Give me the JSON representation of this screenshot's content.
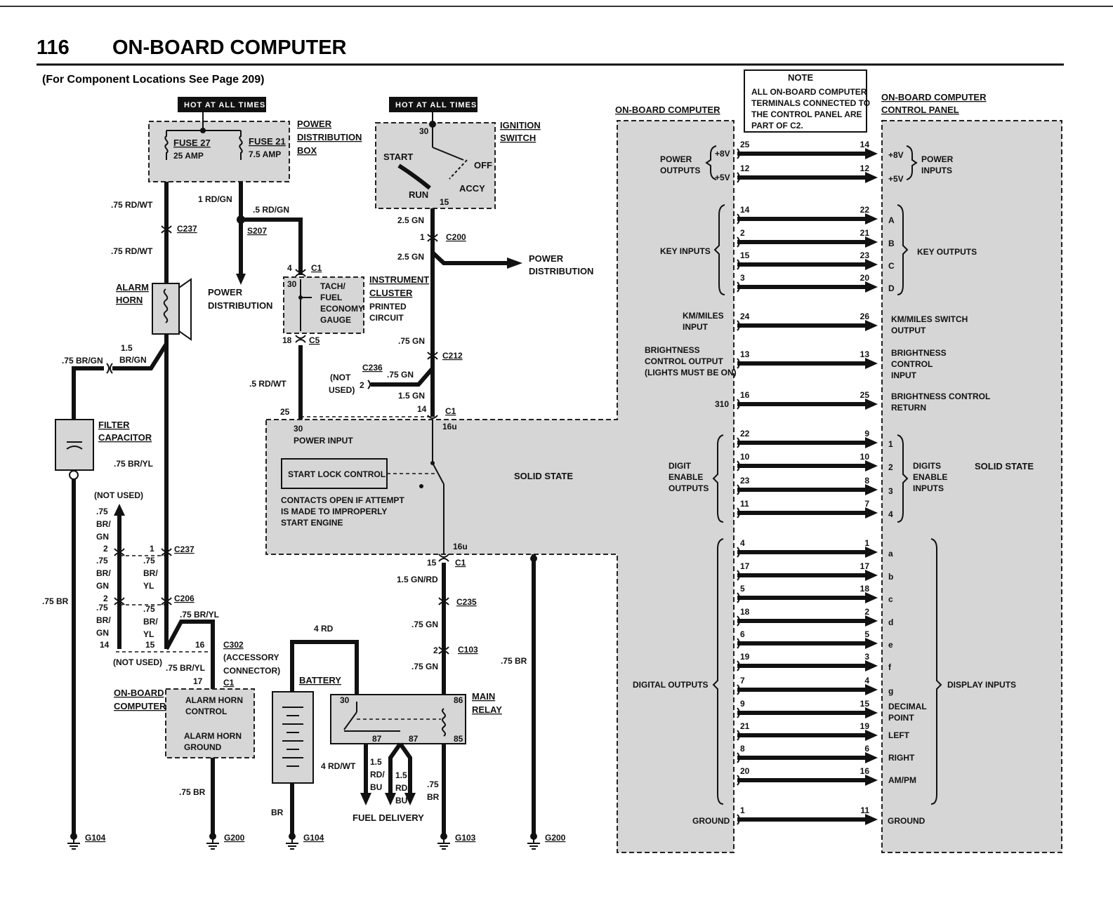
{
  "page": {
    "number": "116",
    "title": "ON-BOARD COMPUTER",
    "note": "(For Component Locations See Page 209)"
  },
  "hot_labels": [
    "HOT AT ALL TIMES",
    "HOT AT ALL TIMES"
  ],
  "power_box": {
    "label": [
      "POWER",
      "DISTRIBUTION",
      "BOX"
    ],
    "fuse27": [
      "FUSE 27",
      "25 AMP"
    ],
    "fuse21": [
      "FUSE 21",
      "7.5 AMP"
    ]
  },
  "ignition": {
    "label": [
      "IGNITION",
      "SWITCH"
    ],
    "pos": [
      "30",
      "START",
      "OFF",
      "ACCY",
      "RUN",
      "15"
    ]
  },
  "left_wires": {
    "w1": ".75 RD/WT",
    "c237": "C237",
    "w2": ".75 RD/WT",
    "alarm": [
      "ALARM",
      "HORN"
    ],
    "w3": [
      "1.5",
      "BR/GN"
    ],
    "w4": ".75 BR/GN",
    "cap": [
      "FILTER",
      "CAPACITOR"
    ],
    "w5": ".75 BR/YL",
    "w6": ".75 BR"
  },
  "mid_wires": {
    "w1": "1 RD/GN",
    "w2": ".5 RD/GN",
    "s207": "S207",
    "pd": [
      "POWER",
      "DISTRIBUTION"
    ],
    "p4": "4",
    "c1": "C1",
    "p18": "18",
    "c5": "C5",
    "w3": ".5 RD/WT",
    "p25": "25"
  },
  "cluster": {
    "label": [
      "INSTRUMENT",
      "CLUSTER",
      "PRINTED",
      "CIRCUIT"
    ],
    "pin30": "30",
    "gauge": [
      "TACH/",
      "FUEL",
      "ECONOMY",
      "GAUGE"
    ]
  },
  "ign_wires": {
    "w1": "2.5 GN",
    "p1": "1",
    "c200": "C200",
    "w2": "2.5 GN",
    "pd": [
      "POWER",
      "DISTRIBUTION"
    ],
    "w3": ".75 GN",
    "c212": "C212",
    "nu": [
      "(NOT",
      "USED)"
    ],
    "c236": "C236",
    "p2": "2",
    "w4": ".75 GN",
    "w5": "1.5 GN",
    "p14": "14",
    "c1": "C1",
    "p16u": "16u"
  },
  "solid": {
    "pin30": "30",
    "power_input": "POWER INPUT",
    "slc": "START LOCK CONTROL",
    "contacts": [
      "CONTACTS OPEN IF ATTEMPT",
      "IS MADE TO IMPROPERLY",
      "START ENGINE"
    ],
    "ss": "SOLID STATE",
    "p16u": "16u"
  },
  "lower_mid": {
    "p15": "15",
    "c1": "C1",
    "w1": "1.5 GN/RD",
    "c235": "C235",
    "w2": ".75 GN",
    "p2": "2",
    "c103": "C103",
    "w3": ".75 GN",
    "relay": [
      "MAIN",
      "RELAY"
    ],
    "r30": "30",
    "r86": "86",
    "r87a": "87",
    "r87b": "87",
    "r85": "85",
    "w4": "4 RD",
    "battery": "BATTERY",
    "w5": "4 RD/WT",
    "w6": [
      "1.5",
      "RD/",
      "BU"
    ],
    "w7": [
      "1.5",
      "RD/",
      "BU"
    ],
    "w8": [
      ".75",
      "BR"
    ],
    "fuel": "FUEL DELIVERY",
    "w9": ".75 BR",
    "br": "BR"
  },
  "acc": {
    "nu1": "(NOT USED)",
    "w1": [
      ".75",
      "BR/",
      "GN"
    ],
    "p2a": "2",
    "p1": "1",
    "c237": "C237",
    "w2": [
      ".75",
      "BR/",
      "GN"
    ],
    "w3": [
      ".75",
      "BR/",
      "YL"
    ],
    "p2b": "2",
    "c206": "C206",
    "w4": [
      ".75",
      "BR/",
      "GN"
    ],
    "w5": [
      ".75",
      "BR/",
      "YL"
    ],
    "w6": ".75 BR/YL",
    "p14": "14",
    "p15": "15",
    "p16": "16",
    "c302": "C302",
    "acc": [
      "(ACCESSORY",
      "CONNECTOR)"
    ],
    "nu2": "(NOT USED)",
    "w7": ".75 BR/YL",
    "p17": "17",
    "c1": "C1",
    "obc": [
      "ON-BOARD",
      "COMPUTER"
    ],
    "ahc": [
      "ALARM HORN",
      "CONTROL"
    ],
    "ahg": [
      "ALARM HORN",
      "GROUND"
    ],
    "w8": ".75 BR"
  },
  "grounds": [
    "G104",
    "G200",
    "G104",
    "G103",
    "G200"
  ],
  "note": {
    "title": "NOTE",
    "lines": [
      "ALL ON-BOARD COMPUTER",
      "TERMINALS CONNECTED TO",
      "THE CONTROL PANEL ARE",
      "PART OF C2."
    ]
  },
  "obc_title": "ON-BOARD COMPUTER",
  "cp_title": [
    "ON-BOARD COMPUTER",
    "CONTROL PANEL"
  ],
  "cp_solid": "SOLID STATE",
  "groups_left": [
    {
      "lines": [
        "POWER",
        "OUTPUTS"
      ]
    },
    {
      "lines": [
        "KEY INPUTS"
      ]
    },
    {
      "lines": [
        "KM/MILES",
        "INPUT"
      ]
    },
    {
      "lines": [
        "BRIGHTNESS",
        "CONTROL OUTPUT",
        "(LIGHTS MUST BE ON)"
      ]
    },
    {
      "lines": [
        "310"
      ]
    },
    {
      "lines": [
        "DIGIT",
        "ENABLE",
        "OUTPUTS"
      ]
    },
    {
      "lines": [
        "DIGITAL OUTPUTS"
      ]
    },
    {
      "lines": [
        "GROUND"
      ]
    }
  ],
  "groups_right": [
    {
      "lines": [
        "POWER",
        "INPUTS"
      ]
    },
    {
      "lines": [
        "KEY OUTPUTS"
      ]
    },
    {
      "lines": [
        "KM/MILES SWITCH",
        "OUTPUT"
      ]
    },
    {
      "lines": [
        "BRIGHTNESS",
        "CONTROL",
        "INPUT"
      ]
    },
    {
      "lines": [
        "BRIGHTNESS CONTROL",
        "RETURN"
      ]
    },
    {
      "lines": [
        "DIGITS",
        "ENABLE",
        "INPUTS"
      ]
    },
    {
      "lines": [
        "DISPLAY INPUTS"
      ]
    },
    {
      "lines": [
        "GROUND"
      ]
    }
  ],
  "connections": [
    {
      "l": "25",
      "r": "14",
      "ls": "+8V",
      "rs": "+8V"
    },
    {
      "l": "12",
      "r": "12",
      "ls": "+5V",
      "rs": "+5V"
    },
    {
      "l": "14",
      "r": "22",
      "ls": "",
      "rs": "A"
    },
    {
      "l": "2",
      "r": "21",
      "ls": "",
      "rs": "B"
    },
    {
      "l": "15",
      "r": "23",
      "ls": "",
      "rs": "C"
    },
    {
      "l": "3",
      "r": "20",
      "ls": "",
      "rs": "D"
    },
    {
      "l": "24",
      "r": "26",
      "ls": "",
      "rs": ""
    },
    {
      "l": "13",
      "r": "13",
      "ls": "",
      "rs": ""
    },
    {
      "l": "16",
      "r": "25",
      "ls": "",
      "rs": ""
    },
    {
      "l": "22",
      "r": "9",
      "ls": "",
      "rs": "1"
    },
    {
      "l": "10",
      "r": "10",
      "ls": "",
      "rs": "2"
    },
    {
      "l": "23",
      "r": "8",
      "ls": "",
      "rs": "3"
    },
    {
      "l": "11",
      "r": "7",
      "ls": "",
      "rs": "4"
    },
    {
      "l": "4",
      "r": "1",
      "ls": "",
      "rs": "a"
    },
    {
      "l": "17",
      "r": "17",
      "ls": "",
      "rs": "b"
    },
    {
      "l": "5",
      "r": "18",
      "ls": "",
      "rs": "c"
    },
    {
      "l": "18",
      "r": "2",
      "ls": "",
      "rs": "d"
    },
    {
      "l": "6",
      "r": "5",
      "ls": "",
      "rs": "e"
    },
    {
      "l": "19",
      "r": "3",
      "ls": "",
      "rs": "f"
    },
    {
      "l": "7",
      "r": "4",
      "ls": "",
      "rs": "g"
    },
    {
      "l": "9",
      "r": "15",
      "ls": "",
      "rs": "DECIMAL POINT"
    },
    {
      "l": "21",
      "r": "19",
      "ls": "",
      "rs": "LEFT"
    },
    {
      "l": "8",
      "r": "6",
      "ls": "",
      "rs": "RIGHT"
    },
    {
      "l": "20",
      "r": "16",
      "ls": "",
      "rs": "AM/PM"
    },
    {
      "l": "1",
      "r": "11",
      "ls": "",
      "rs": ""
    }
  ]
}
